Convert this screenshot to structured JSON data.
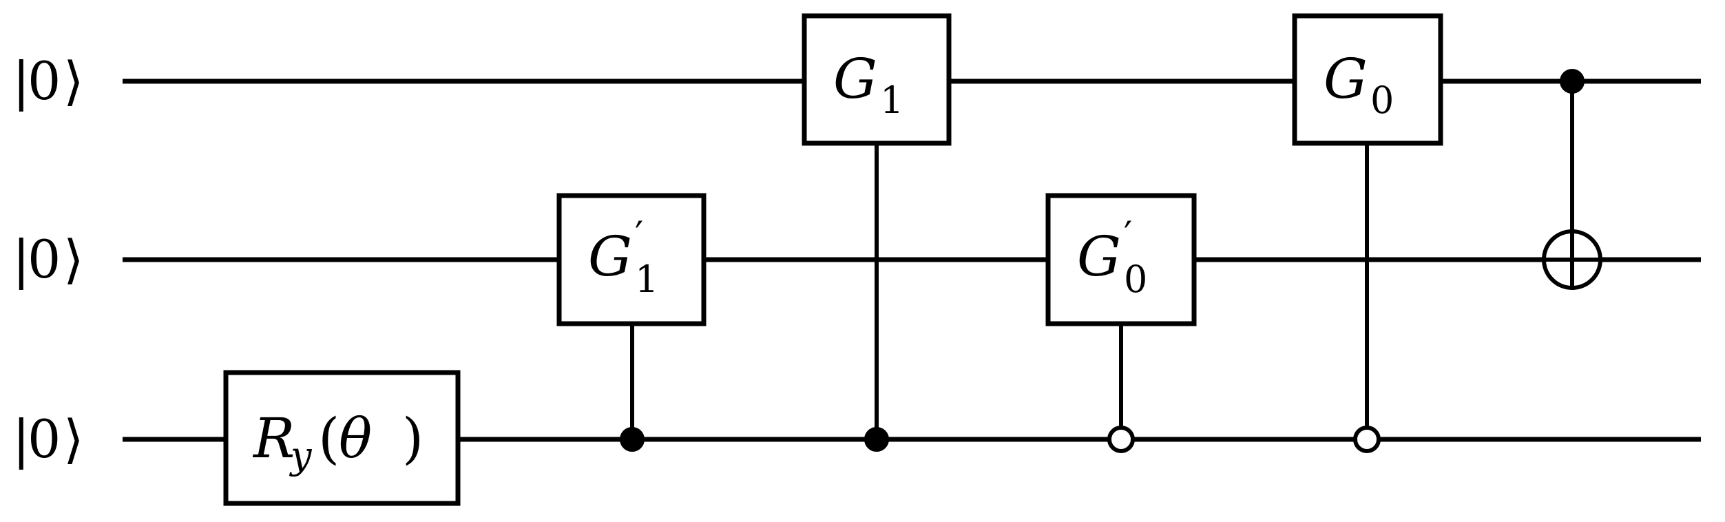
{
  "qubits": [
    {
      "ket_bar": "|",
      "ket_value": "0",
      "ket_close": "⟩"
    },
    {
      "ket_bar": "|",
      "ket_value": "0",
      "ket_close": "⟩"
    },
    {
      "ket_bar": "|",
      "ket_value": "0",
      "ket_close": "⟩"
    }
  ],
  "gates": {
    "ry": {
      "letter": "R",
      "sub": "y",
      "open": "(",
      "arg": "θ",
      "close": ")"
    },
    "g1prime": {
      "letter": "G",
      "prime": "′",
      "sub": "1"
    },
    "g1": {
      "letter": "G",
      "sub": "1"
    },
    "g0prime": {
      "letter": "G",
      "prime": "′",
      "sub": "0"
    },
    "g0": {
      "letter": "G",
      "sub": "0"
    }
  },
  "controls": [
    {
      "gate": "g1prime",
      "control_qubit": 2,
      "type": "filled"
    },
    {
      "gate": "g1",
      "control_qubit": 2,
      "type": "filled"
    },
    {
      "gate": "g0prime",
      "control_qubit": 2,
      "type": "open"
    },
    {
      "gate": "g0",
      "control_qubit": 2,
      "type": "open"
    },
    {
      "gate": "cnot",
      "control_qubit": 0,
      "target_qubit": 1,
      "type": "filled"
    }
  ]
}
